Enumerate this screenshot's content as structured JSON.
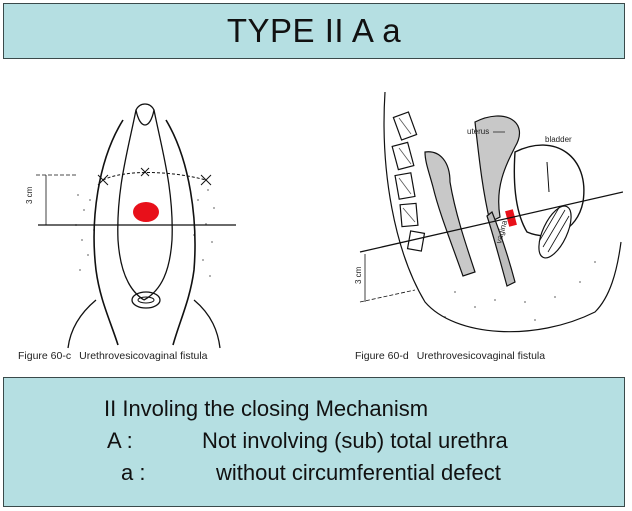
{
  "title": "TYPE II A a",
  "figure_left": {
    "number": "Figure 60-c",
    "caption": "Urethrovesicovaginal fistula",
    "measure_label": "3 cm"
  },
  "figure_right": {
    "number": "Figure 60-d",
    "caption": "Urethrovesicovaginal fistula",
    "labels": {
      "uterus": "uterus",
      "bladder": "bladder",
      "vagina": "vagina",
      "measure": "3 cm"
    }
  },
  "classification": {
    "line1": "II Involing the closing Mechanism",
    "line2_code": "A :",
    "line2_text": "Not involving (sub) total urethra",
    "line3_code": "a :",
    "line3_text": "without circumferential defect"
  },
  "colors": {
    "panel_bg": "#b5dfe2",
    "fistula": "#e8101a"
  }
}
